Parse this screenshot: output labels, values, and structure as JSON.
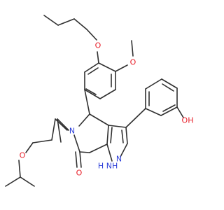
{
  "colors": {
    "bond": "#303030",
    "oxygen": "#e8202a",
    "nitrogen": "#2d3fd9",
    "background": "#ffffff"
  },
  "atom_labels": {
    "o_butoxy": "O",
    "o_methoxy": "O",
    "oh_phenol": "OH",
    "o_ether": "O",
    "o_carbonyl": "O",
    "n_lactam": "N",
    "n_pyrazole": "N",
    "nh_pyrazole": "NH",
    "nh_pyrazole_h": "H"
  }
}
